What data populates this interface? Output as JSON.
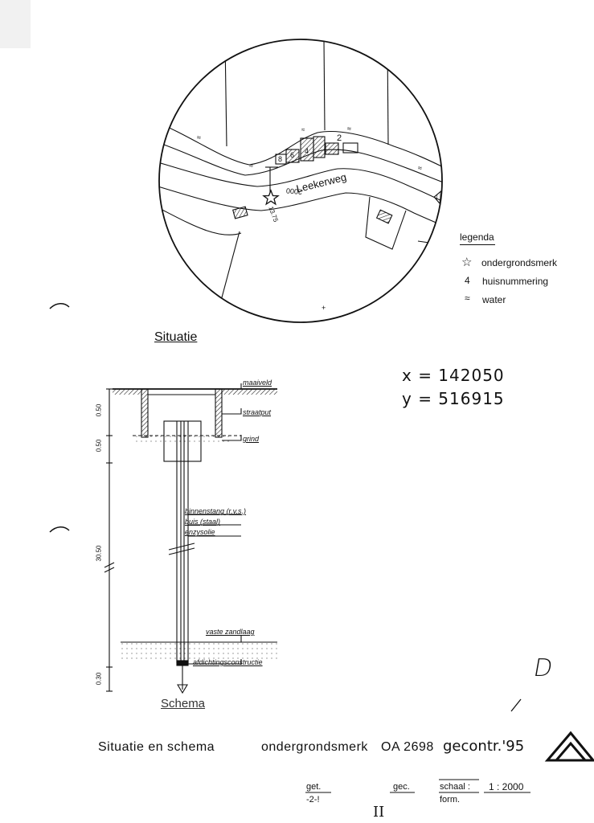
{
  "map": {
    "street_name": "Leekerweg",
    "house_numbers": [
      "8",
      "6",
      "4",
      "2"
    ],
    "marker_code": "2000",
    "distance": "13.75"
  },
  "legend": {
    "title": "legenda",
    "items": [
      {
        "icon": "star-icon",
        "symbol": "☆",
        "label": "ondergrondsmerk"
      },
      {
        "icon": "house-number-icon",
        "symbol": "4",
        "label": "huisnummering"
      },
      {
        "icon": "water-icon",
        "symbol": "≈",
        "label": "water"
      }
    ]
  },
  "situatie_label": "Situatie",
  "coordinates": {
    "x": "x = 142050",
    "y": "y = 516915"
  },
  "schema": {
    "label": "Schema",
    "depths": [
      "0.50",
      "0.50",
      "30.50",
      "0.30"
    ],
    "annotations": {
      "maaiveld": "maaiveld",
      "straatput": "straatput",
      "grind": "grind",
      "binnenstang": "binnenstang (r.v.s.)",
      "buis": "buis (staal)",
      "enzysolie": "enzysolie",
      "zandlaag": "vaste zandlaag",
      "afdichting": "afdichtingsconstructie"
    }
  },
  "handwritten_mark": "D",
  "title": {
    "main": "Situatie en schema",
    "subject": "ondergrondsmerk",
    "code": "OA 2698",
    "note": "gecontr.'95"
  },
  "footer": {
    "get": "get.",
    "get_value": "-2-!",
    "gec": "gec.",
    "schaal_label": "schaal :",
    "schaal_value": "1 : 2000",
    "form": "form.",
    "mark": "II"
  }
}
